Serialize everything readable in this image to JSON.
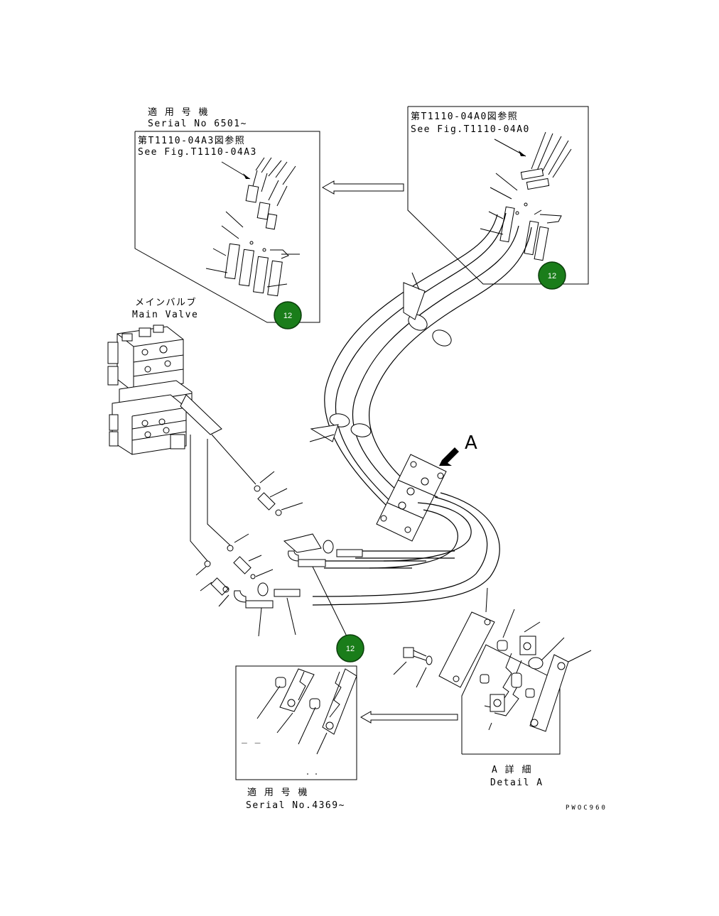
{
  "labels": {
    "top_left_serial_jp": "適 用 号 機",
    "top_left_serial_en": "Serial No 6501~",
    "box_left_ref_jp": "第T1110-04A3図参照",
    "box_left_ref_en": "See Fig.T1110-04A3",
    "box_right_ref_jp": "第T1110-04A0図参照",
    "box_right_ref_en": "See Fig.T1110-04A0",
    "main_valve_jp": "メインバルブ",
    "main_valve_en": "Main Valve",
    "view_a": "A",
    "detail_a_jp": "A 詳 細",
    "detail_a_en": "Detail A",
    "bottom_serial_jp": "適 用 号 機",
    "bottom_serial_en": "Serial No.4369~",
    "drawing_code": "PWOC960",
    "dash_marks": "_ _"
  },
  "badges": [
    {
      "label": "12"
    },
    {
      "label": "12"
    },
    {
      "label": "12"
    }
  ],
  "colors": {
    "badge_fill": "#1a7d1a",
    "badge_stroke": "#0b3d0b",
    "line": "#000000"
  }
}
